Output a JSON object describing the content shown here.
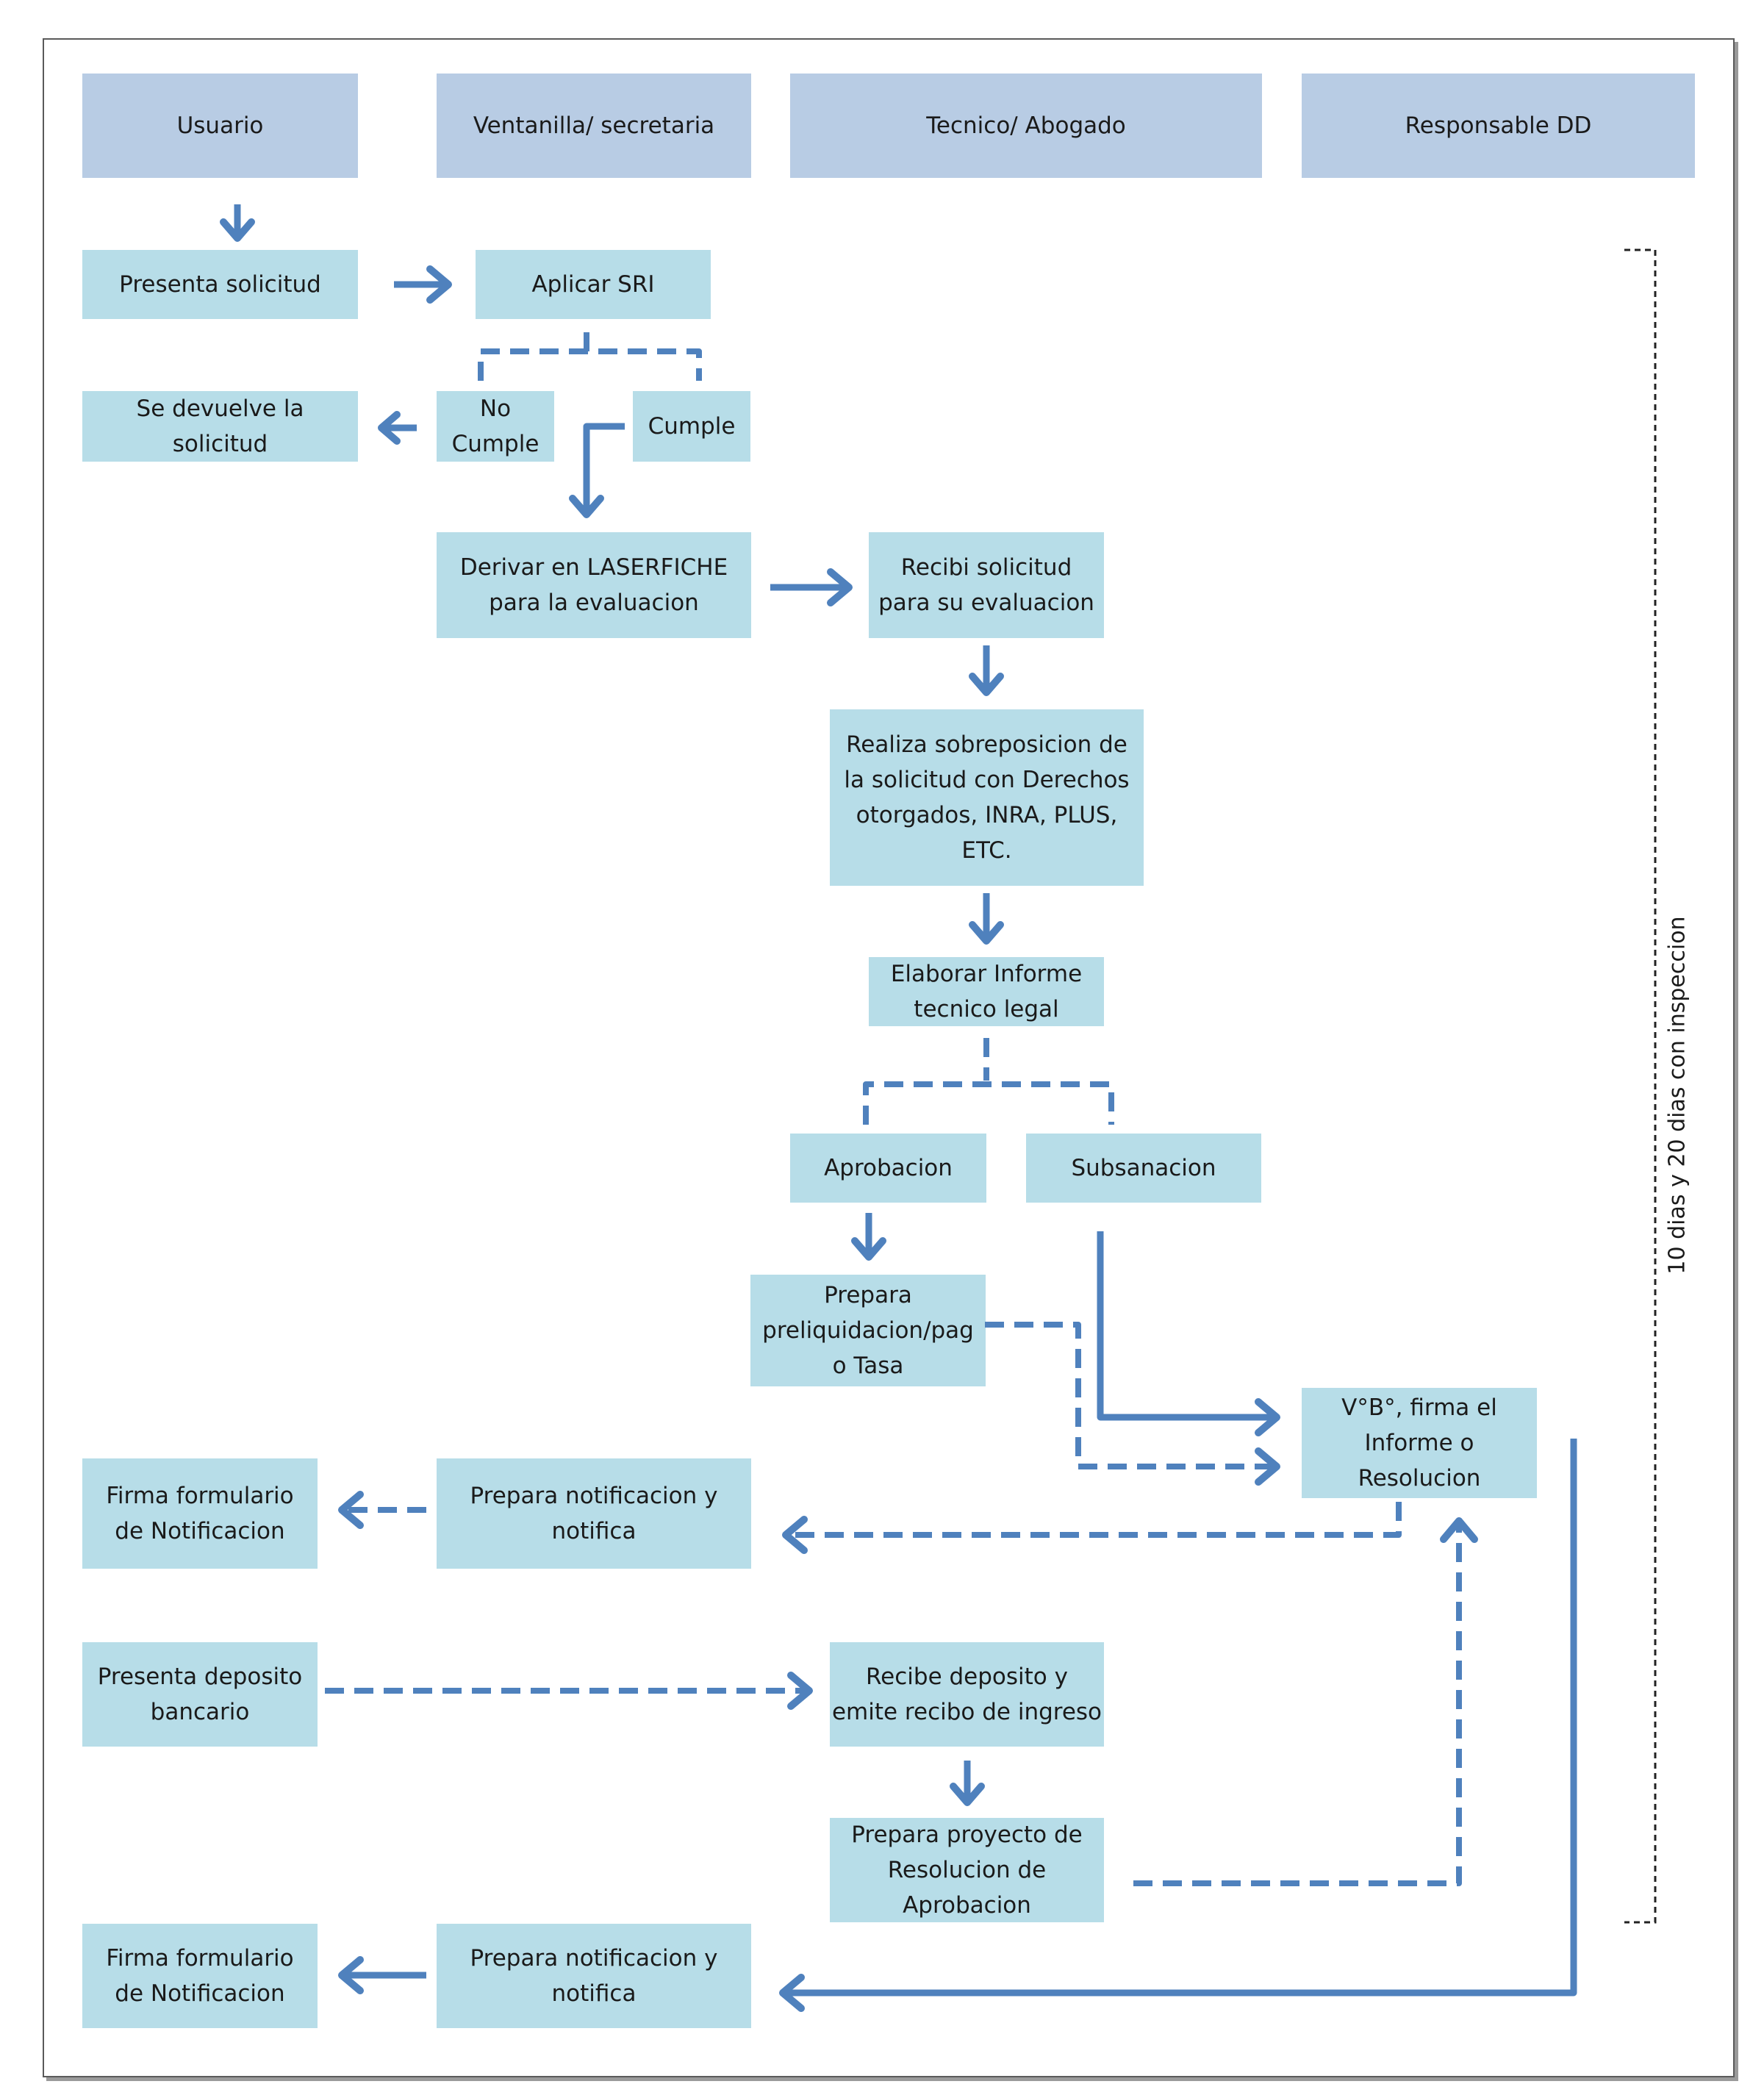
{
  "lanes": [
    "Usuario",
    "Ventanilla/ secretaria",
    "Tecnico/ Abogado",
    "Responsable DD"
  ],
  "steps": {
    "presenta_solicitud": "Presenta solicitud",
    "aplicar_sri": "Aplicar SRI",
    "devuelve": "Se devuelve la\nsolicitud",
    "no_cumple": "No\nCumple",
    "cumple": "Cumple",
    "derivar": "Derivar en LASERFICHE\npara la evaluacion",
    "recibi": "Recibi solicitud\npara su evaluacion",
    "sobreposicion": "Realiza sobreposicion de\nla solicitud con Derechos\notorgados, INRA, PLUS,\nETC.",
    "informe": "Elaborar Informe\ntecnico legal",
    "aprobacion": "Aprobacion",
    "subsanacion": "Subsanacion",
    "preliquidacion": "Prepara\npreliquidacion/pag\no Tasa",
    "vb_firma": "V°B°, firma el\nInforme o\nResolucion",
    "firma_form_1": "Firma formulario\nde Notificacion",
    "notifica_1": "Prepara notificacion y\nnotifica",
    "deposito": "Presenta deposito\nbancario",
    "recibe_deposito": "Recibe deposito y\nemite recibo de ingreso",
    "proyecto_resolucion": "Prepara proyecto de\nResolucion de\nAprobacion",
    "firma_form_2": "Firma formulario\nde Notificacion",
    "notifica_2": "Prepara notificacion y\nnotifica"
  },
  "side_note": "10 dias y 20 dias con inspeccion",
  "colors": {
    "lane_header": "#b8cce4",
    "step_box": "#b7dde8",
    "arrow": "#4f81bd"
  }
}
